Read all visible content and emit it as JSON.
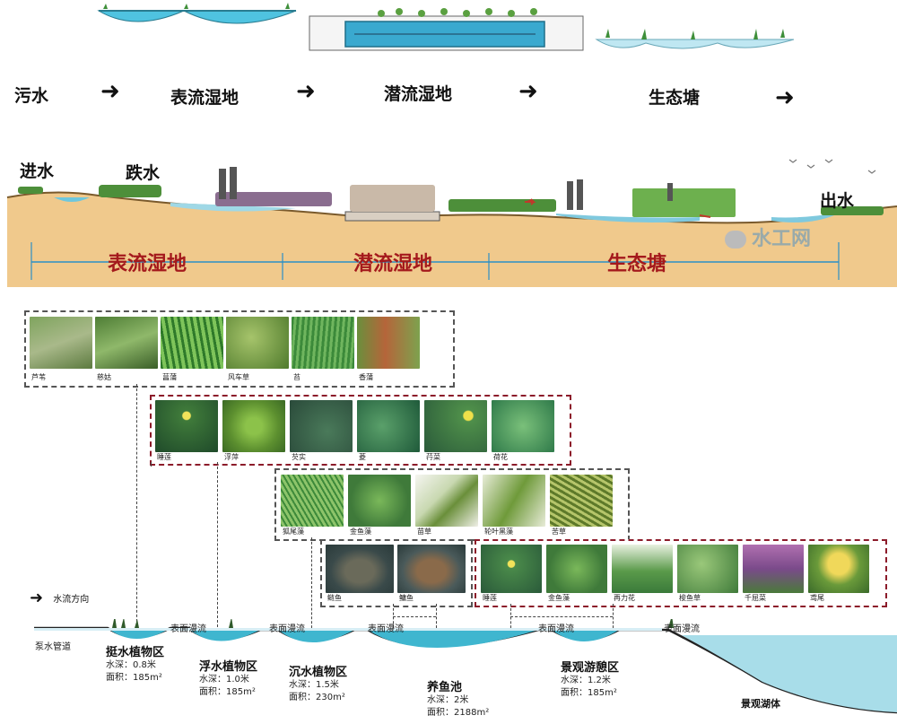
{
  "top_flow": {
    "items": [
      "污水",
      "表流湿地",
      "潜流湿地",
      "生态塘"
    ],
    "arrow": "➜"
  },
  "profile": {
    "inlet": "进水",
    "drop": "跌水",
    "outlet": "出水",
    "zones": [
      "表流湿地",
      "潜流湿地",
      "生态塘"
    ],
    "watermark": "水工网"
  },
  "plant_groups": [
    {
      "name": "emergent",
      "items": [
        "芦苇",
        "慈姑",
        "菖蒲",
        "风车草",
        "苔",
        "香蒲"
      ]
    },
    {
      "name": "floating",
      "items": [
        "睡莲",
        "浮萍",
        "芡实",
        "菱",
        "荇菜",
        "荷花"
      ]
    },
    {
      "name": "submerged",
      "items": [
        "狐尾藻",
        "金鱼藻",
        "苗草",
        "轮叶黑藻",
        "苦草"
      ]
    },
    {
      "name": "fish",
      "items": [
        "鲢鱼",
        "鳙鱼"
      ]
    },
    {
      "name": "landscape",
      "items": [
        "睡莲",
        "金鱼藻",
        "再力花",
        "梭鱼草",
        "千屈菜",
        "鸢尾"
      ]
    }
  ],
  "bottom": {
    "flow_direction": "水流方向",
    "pump_pipe": "泵水管道",
    "overflow": "表面漫流",
    "zones": [
      {
        "title": "挺水植物区",
        "depth": "水深：0.8米",
        "area": "面积：185m²"
      },
      {
        "title": "浮水植物区",
        "depth": "水深：1.0米",
        "area": "面积：185m²"
      },
      {
        "title": "沉水植物区",
        "depth": "水深：1.5米",
        "area": "面积：230m²"
      },
      {
        "title": "养鱼池",
        "depth": "水深：2米",
        "area": "面积：2188m²"
      },
      {
        "title": "景观游憩区",
        "depth": "水深：1.2米",
        "area": "面积：185m²"
      }
    ],
    "lake": "景观湖体"
  },
  "colors": {
    "water": "#3fb6cf",
    "water_light": "#a8dde9",
    "soil": "#f0c98c",
    "zone_red": "#a4191c",
    "group_border_red": "#8c1b2a",
    "vegetation": "#4d8f3a"
  }
}
